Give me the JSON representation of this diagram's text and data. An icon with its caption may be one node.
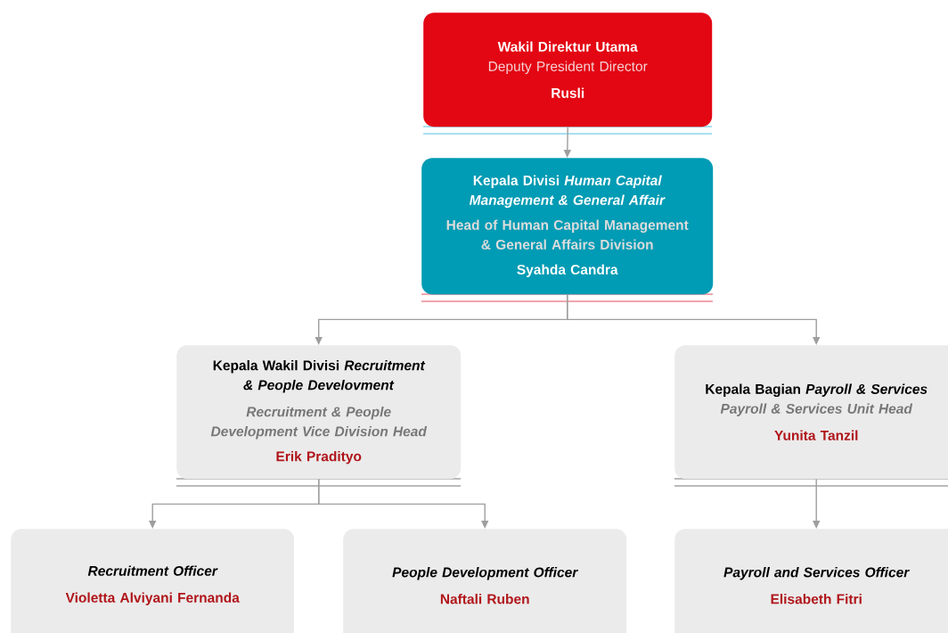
{
  "diagram": {
    "nodes": [
      {
        "text": [
          "Wakil Direktur Utama",
          "Deputy President Director",
          "Rusli"
        ]
      },
      {
        "text": [
          "Kepala Divisi *Human Capital Management & General Affair*",
          "Head of Human Capital Management & General Affairs Division",
          "Syahda Candra"
        ]
      },
      {
        "text": [
          "Kepala Wakil Divisi *Recruitment & People Develovment*",
          "Recruitment & People Development Vice Division Head",
          "Erik Pradityo"
        ]
      },
      {
        "text": [
          "Kepala Bagian *Payroll & Services*",
          "Payroll & Services Unit Head",
          "Yunita Tanzil"
        ]
      },
      {
        "text": [
          "Recruitment Officer",
          "Violetta Alviyani Fernanda"
        ]
      },
      {
        "text": [
          "People Development Officer",
          "Naftali Ruben"
        ]
      },
      {
        "text": [
          "Payroll and Services Officer",
          "Elisabeth Fitri"
        ]
      }
    ],
    "edges": [
      {
        "from": 0,
        "to": 1,
        "arrow": "to"
      },
      {
        "from": 1,
        "to": 2,
        "arrow": "to"
      },
      {
        "from": 1,
        "to": 3,
        "arrow": "to"
      },
      {
        "from": 2,
        "to": 4,
        "arrow": "to"
      },
      {
        "from": 2,
        "to": 5,
        "arrow": "to"
      },
      {
        "from": 3,
        "to": 6,
        "arrow": "to"
      }
    ]
  }
}
